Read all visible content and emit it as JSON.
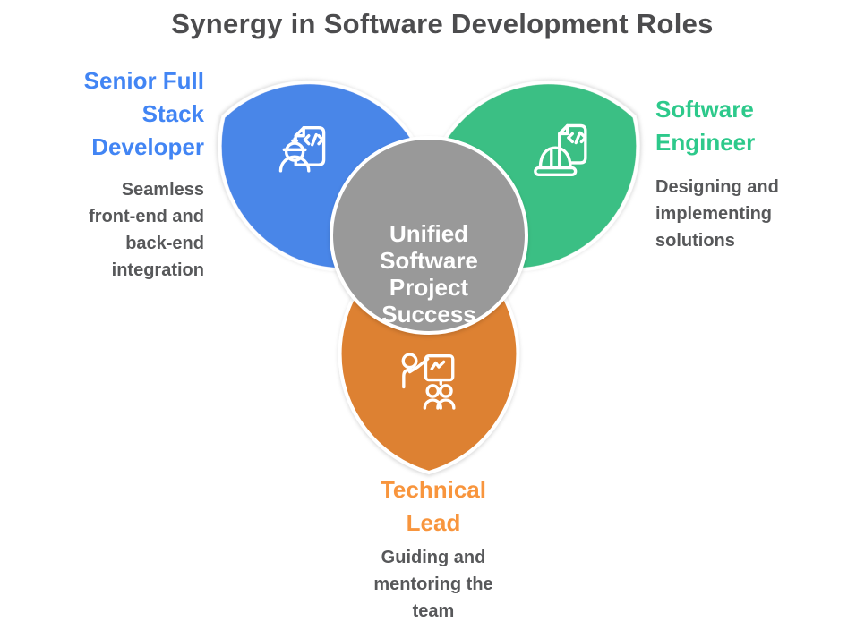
{
  "title": {
    "text": "Synergy in Software Development Roles"
  },
  "colors": {
    "background": "#ffffff",
    "title_text": "#4c4c4e",
    "description_text": "#57585a",
    "petal_blue": "#4a86e8",
    "petal_green": "#3bbf84",
    "petal_orange": "#dd8130",
    "label_blue": "#4285f4",
    "label_green": "#2dc98b",
    "label_orange": "#f8953d",
    "center_circle": "#999999",
    "center_text": "#ffffff",
    "icon_stroke": "#ffffff"
  },
  "center": {
    "text": "Unified Software Project Success",
    "lines": [
      "Unified",
      "Software",
      "Project",
      "Success"
    ]
  },
  "roles": {
    "fullstack": {
      "label_text": "Senior Full Stack Developer",
      "label_lines": [
        "Senior Full",
        "Stack",
        "Developer"
      ],
      "description_text": "Seamless front-end and back-end integration",
      "description_lines": [
        "Seamless",
        "front-end and",
        "back-end",
        "integration"
      ],
      "icon": "developer-with-hardhat-and-code-file-icon"
    },
    "engineer": {
      "label_text": "Software Engineer",
      "label_lines": [
        "Software",
        "Engineer"
      ],
      "description_text": "Designing and implementing solutions",
      "description_lines": [
        "Designing and",
        "implementing",
        "solutions"
      ],
      "icon": "hardhat-and-code-file-icon"
    },
    "lead": {
      "label_text": "Technical Lead",
      "label_lines": [
        "Technical",
        "Lead"
      ],
      "description_text": "Guiding and mentoring the team",
      "description_lines": [
        "Guiding and",
        "mentoring the",
        "team"
      ],
      "icon": "presenter-with-team-icon"
    }
  }
}
